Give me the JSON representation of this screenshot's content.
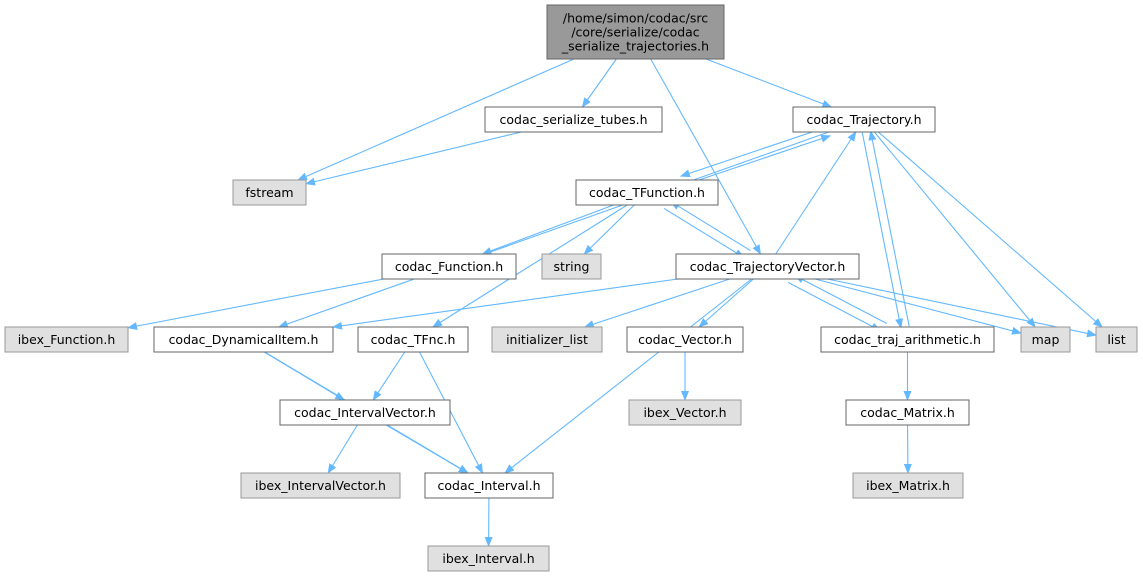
{
  "colors": {
    "edge": "#63b8ff",
    "root_fill": "#999999",
    "root_stroke": "#666666",
    "internal_fill": "#ffffff",
    "internal_stroke": "#666666",
    "external_fill": "#e0e0e0",
    "external_stroke": "#999999"
  },
  "nodes": {
    "root": {
      "lines": [
        "/home/simon/codac/src",
        "/core/serialize/codac",
        "_serialize_trajectories.h"
      ],
      "kind": "root"
    },
    "serialize_tubes": {
      "lines": [
        "codac_serialize_tubes.h"
      ],
      "kind": "internal"
    },
    "trajectory": {
      "lines": [
        "codac_Trajectory.h"
      ],
      "kind": "internal"
    },
    "fstream": {
      "lines": [
        "fstream"
      ],
      "kind": "external"
    },
    "tfunction": {
      "lines": [
        "codac_TFunction.h"
      ],
      "kind": "internal"
    },
    "function": {
      "lines": [
        "codac_Function.h"
      ],
      "kind": "internal"
    },
    "string": {
      "lines": [
        "string"
      ],
      "kind": "external"
    },
    "trajvector": {
      "lines": [
        "codac_TrajectoryVector.h"
      ],
      "kind": "internal"
    },
    "ibex_function": {
      "lines": [
        "ibex_Function.h"
      ],
      "kind": "external"
    },
    "dynamicalitem": {
      "lines": [
        "codac_DynamicalItem.h"
      ],
      "kind": "internal"
    },
    "tfnc": {
      "lines": [
        "codac_TFnc.h"
      ],
      "kind": "internal"
    },
    "initializer_list": {
      "lines": [
        "initializer_list"
      ],
      "kind": "external"
    },
    "vector": {
      "lines": [
        "codac_Vector.h"
      ],
      "kind": "internal"
    },
    "traj_arith": {
      "lines": [
        "codac_traj_arithmetic.h"
      ],
      "kind": "internal"
    },
    "map": {
      "lines": [
        "map"
      ],
      "kind": "external"
    },
    "list": {
      "lines": [
        "list"
      ],
      "kind": "external"
    },
    "intervalvector": {
      "lines": [
        "codac_IntervalVector.h"
      ],
      "kind": "internal"
    },
    "ibex_vector": {
      "lines": [
        "ibex_Vector.h"
      ],
      "kind": "external"
    },
    "matrix": {
      "lines": [
        "codac_Matrix.h"
      ],
      "kind": "internal"
    },
    "ibex_intervalvector": {
      "lines": [
        "ibex_IntervalVector.h"
      ],
      "kind": "external"
    },
    "interval": {
      "lines": [
        "codac_Interval.h"
      ],
      "kind": "internal"
    },
    "ibex_matrix": {
      "lines": [
        "ibex_Matrix.h"
      ],
      "kind": "external"
    },
    "ibex_interval": {
      "lines": [
        "ibex_Interval.h"
      ],
      "kind": "external"
    }
  },
  "edges": [
    [
      "root",
      "fstream"
    ],
    [
      "root",
      "serialize_tubes"
    ],
    [
      "root",
      "trajvector"
    ],
    [
      "root",
      "trajectory"
    ],
    [
      "serialize_tubes",
      "fstream"
    ],
    [
      "trajectory",
      "tfunction"
    ],
    [
      "trajectory",
      "dynamicalitem"
    ],
    [
      "trajectory",
      "traj_arith"
    ],
    [
      "trajectory",
      "map"
    ],
    [
      "trajectory",
      "list"
    ],
    [
      "tfunction",
      "trajectory"
    ],
    [
      "tfunction",
      "function"
    ],
    [
      "tfunction",
      "string"
    ],
    [
      "tfunction",
      "trajvector"
    ],
    [
      "tfunction",
      "tfnc"
    ],
    [
      "trajvector",
      "trajectory"
    ],
    [
      "trajvector",
      "tfunction"
    ],
    [
      "trajvector",
      "dynamicalitem"
    ],
    [
      "trajvector",
      "initializer_list"
    ],
    [
      "trajvector",
      "vector"
    ],
    [
      "trajvector",
      "traj_arith"
    ],
    [
      "trajvector",
      "map"
    ],
    [
      "trajvector",
      "list"
    ],
    [
      "trajvector",
      "interval"
    ],
    [
      "traj_arith",
      "trajectory"
    ],
    [
      "traj_arith",
      "trajvector"
    ],
    [
      "traj_arith",
      "matrix"
    ],
    [
      "function",
      "ibex_function"
    ],
    [
      "dynamicalitem",
      "intervalvector"
    ],
    [
      "dynamicalitem",
      "interval"
    ],
    [
      "tfnc",
      "intervalvector"
    ],
    [
      "tfnc",
      "interval"
    ],
    [
      "vector",
      "ibex_vector"
    ],
    [
      "intervalvector",
      "ibex_intervalvector"
    ],
    [
      "intervalvector",
      "interval"
    ],
    [
      "matrix",
      "ibex_matrix"
    ],
    [
      "interval",
      "ibex_interval"
    ]
  ]
}
